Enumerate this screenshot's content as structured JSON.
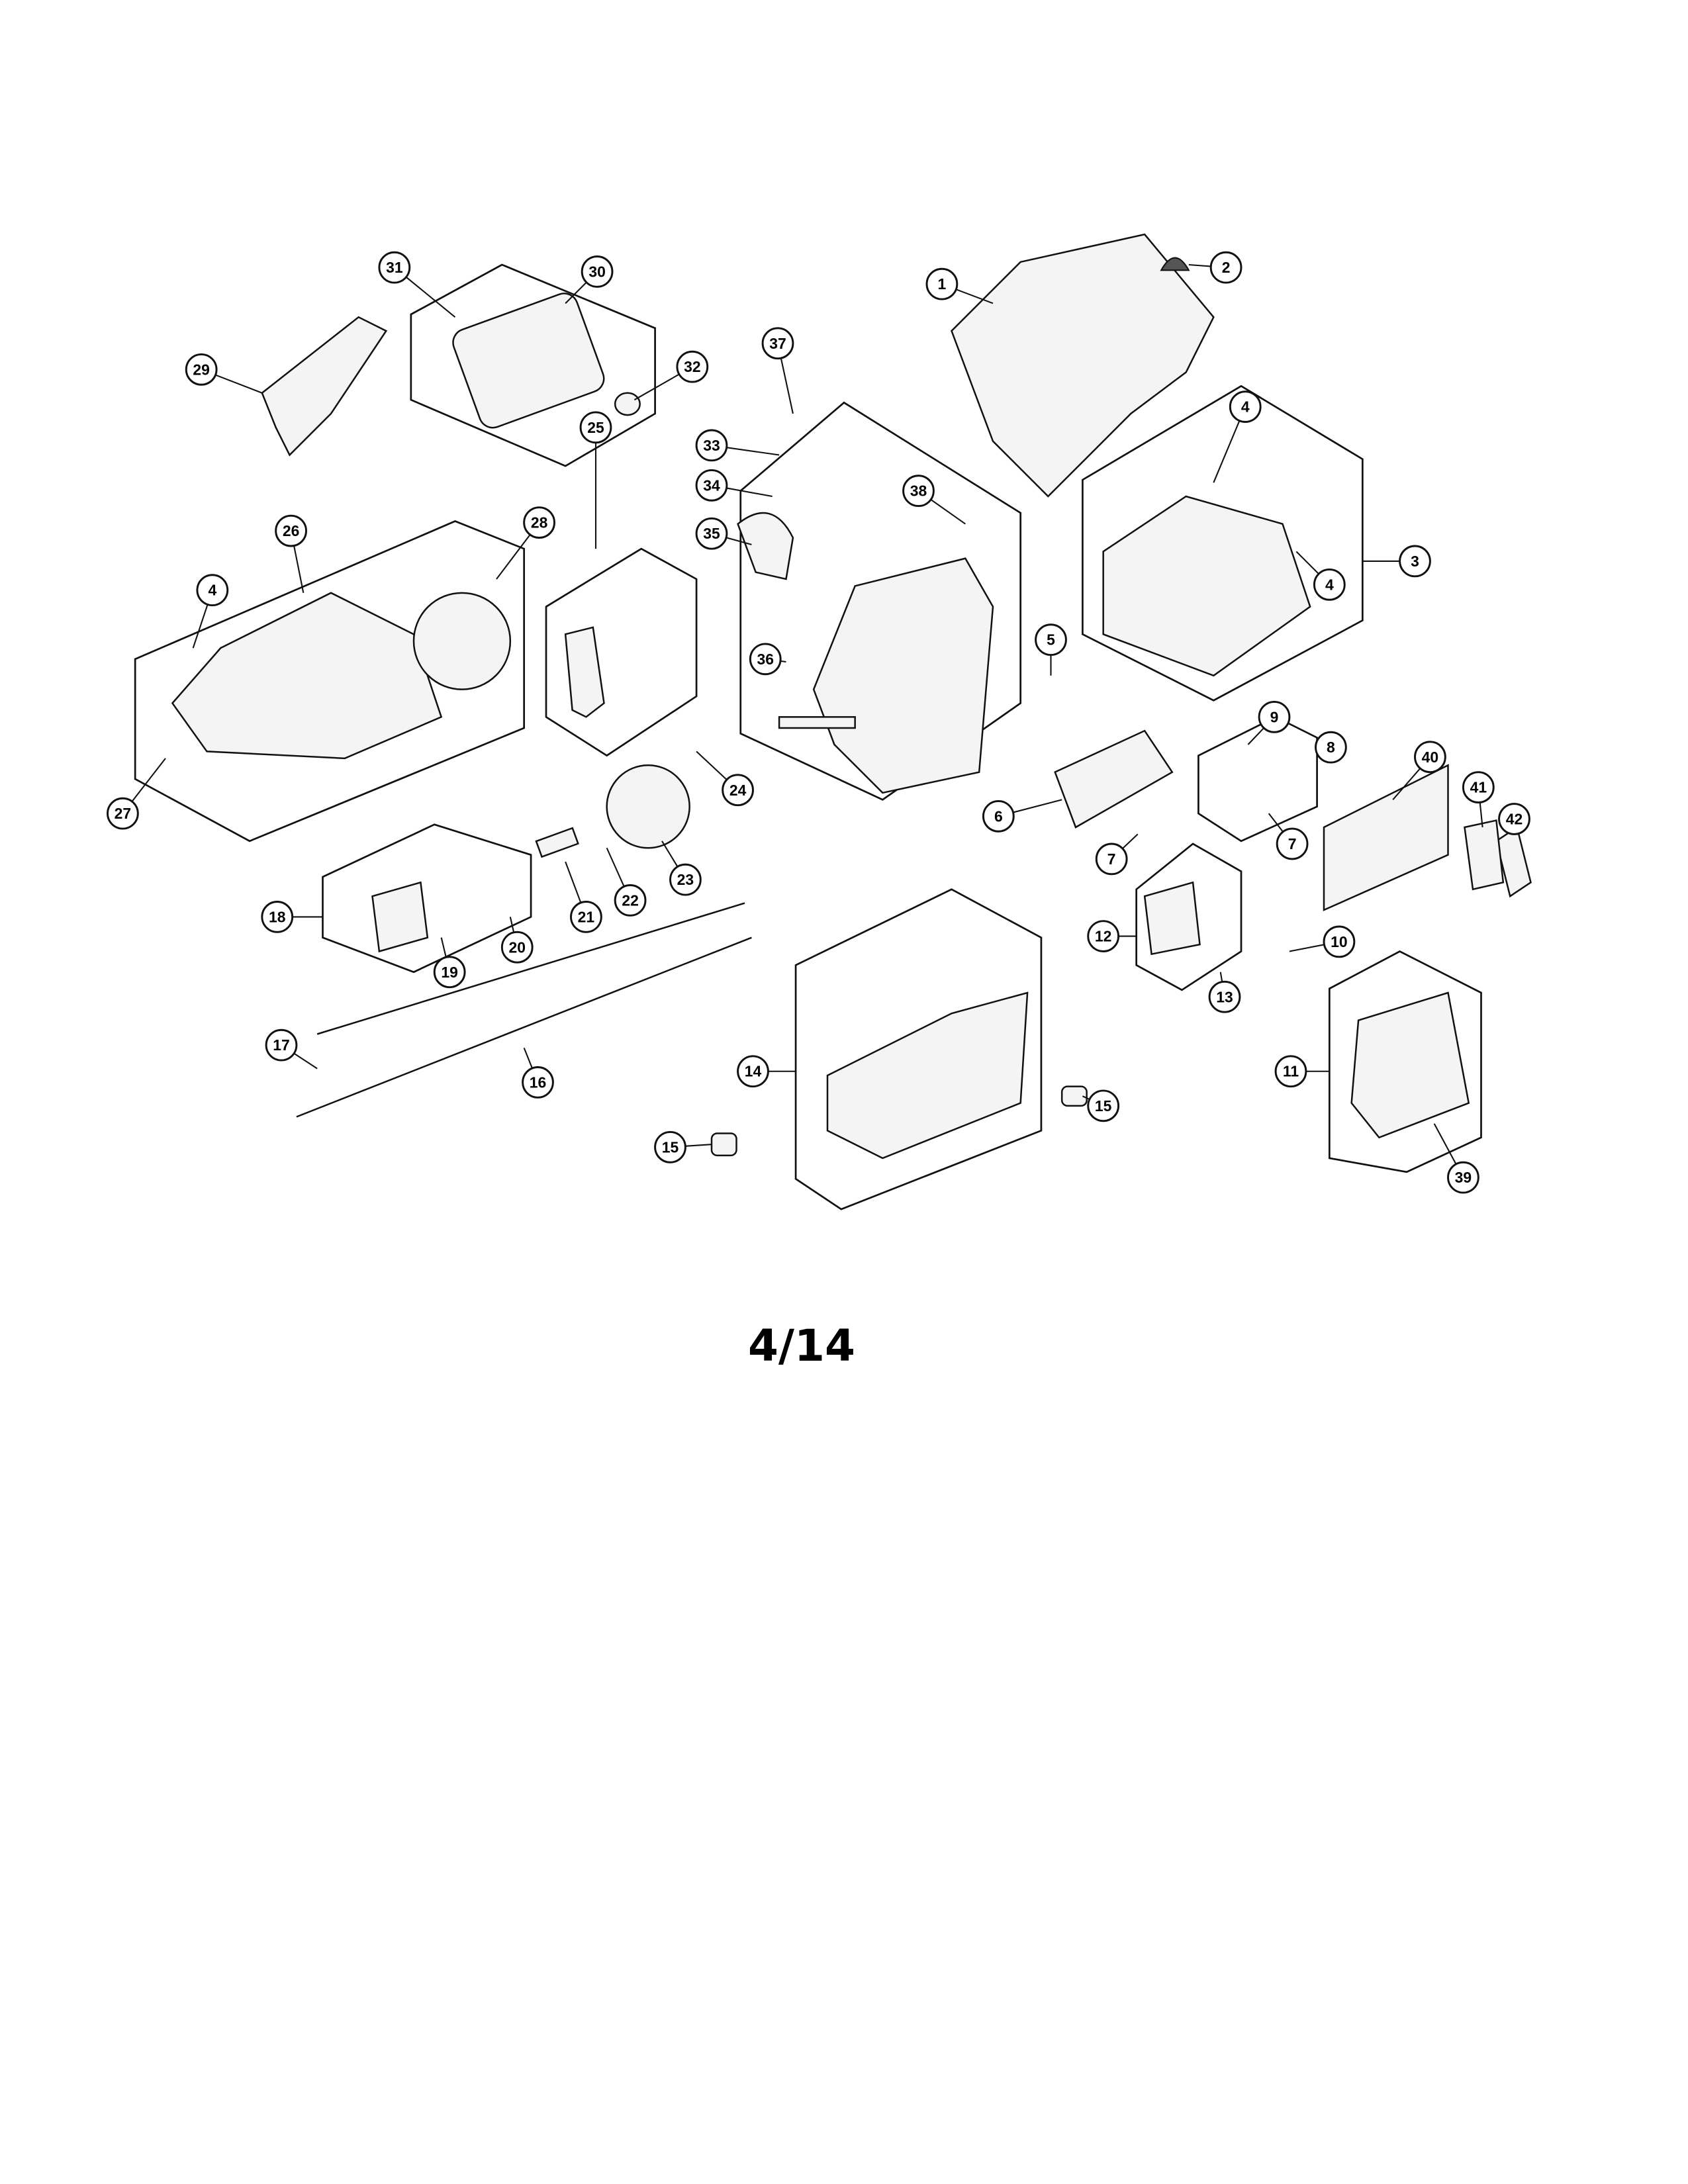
{
  "page_label": "4/14",
  "callouts": [
    "1",
    "2",
    "3",
    "4",
    "4",
    "4",
    "5",
    "6",
    "7",
    "7",
    "8",
    "9",
    "10",
    "11",
    "12",
    "13",
    "14",
    "15",
    "15",
    "16",
    "17",
    "18",
    "19",
    "20",
    "21",
    "22",
    "23",
    "24",
    "25",
    "26",
    "27",
    "28",
    "29",
    "30",
    "31",
    "32",
    "33",
    "34",
    "35",
    "36",
    "37",
    "38",
    "39",
    "40",
    "41",
    "42"
  ]
}
